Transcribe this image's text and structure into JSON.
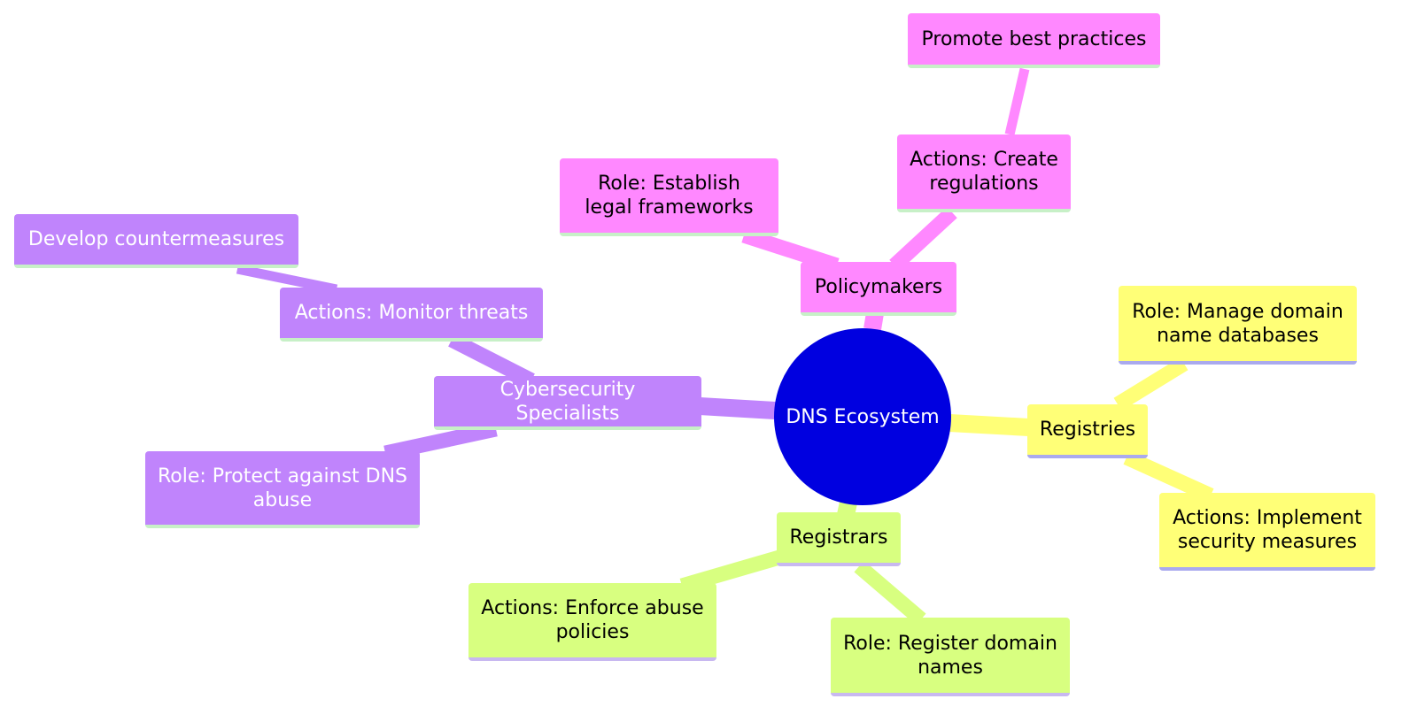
{
  "root": {
    "label": "DNS Ecosystem",
    "color": "#0000e0"
  },
  "branches": {
    "cybersecurity": {
      "label": "Cybersecurity Specialists",
      "color": "#c084fc",
      "actions": {
        "label": "Actions: Monitor threats",
        "child": "Develop countermeasures"
      },
      "role": "Role: Protect against DNS abuse"
    },
    "policymakers": {
      "label": "Policymakers",
      "color": "#ff88ff",
      "role": "Role: Establish legal frameworks",
      "actions": {
        "label": "Actions: Create regulations",
        "child": "Promote best practices"
      }
    },
    "registries": {
      "label": "Registries",
      "color": "#ffff77",
      "role": "Role: Manage domain name databases",
      "actions": "Actions: Implement security measures"
    },
    "registrars": {
      "label": "Registrars",
      "color": "#d8ff80",
      "actions": "Actions: Enforce abuse policies",
      "role": "Role: Register domain names"
    }
  }
}
